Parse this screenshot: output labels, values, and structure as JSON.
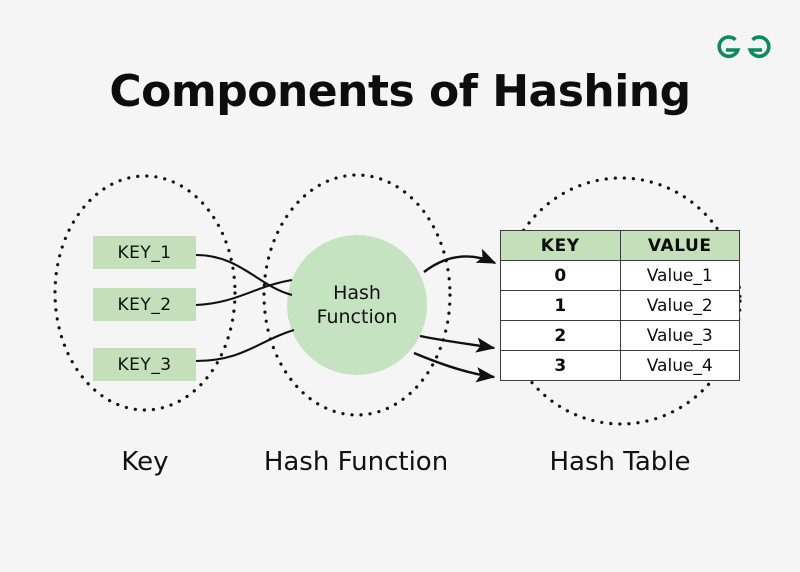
{
  "page": {
    "title": "Components of Hashing",
    "background_color": "#f5f5f5"
  },
  "brand": {
    "name": "geeksforgeeks-logo",
    "color": "#0f8a5f"
  },
  "colors": {
    "key_box_green": "#c3e0bb",
    "circle_green": "#c5e3c0",
    "table_header_green": "#c3e0bb",
    "line_black": "#111111",
    "text_black": "#0d0d0d"
  },
  "groups": {
    "key": {
      "caption": "Key",
      "boxes": [
        {
          "label": "KEY_1"
        },
        {
          "label": "KEY_2"
        },
        {
          "label": "KEY_3"
        }
      ]
    },
    "hash_function": {
      "caption": "Hash Function",
      "circle_label_line1": "Hash",
      "circle_label_line2": "Function"
    },
    "hash_table": {
      "caption": "Hash Table",
      "columns": [
        "KEY",
        "VALUE"
      ],
      "rows": [
        {
          "key": "0",
          "value": "Value_1"
        },
        {
          "key": "1",
          "value": "Value_2"
        },
        {
          "key": "2",
          "value": "Value_3"
        },
        {
          "key": "3",
          "value": "Value_4"
        }
      ]
    }
  },
  "connectors": {
    "count": 6,
    "description": "curved-lines-from-keys-to-hash-function-and-arrows-to-hash-table"
  }
}
